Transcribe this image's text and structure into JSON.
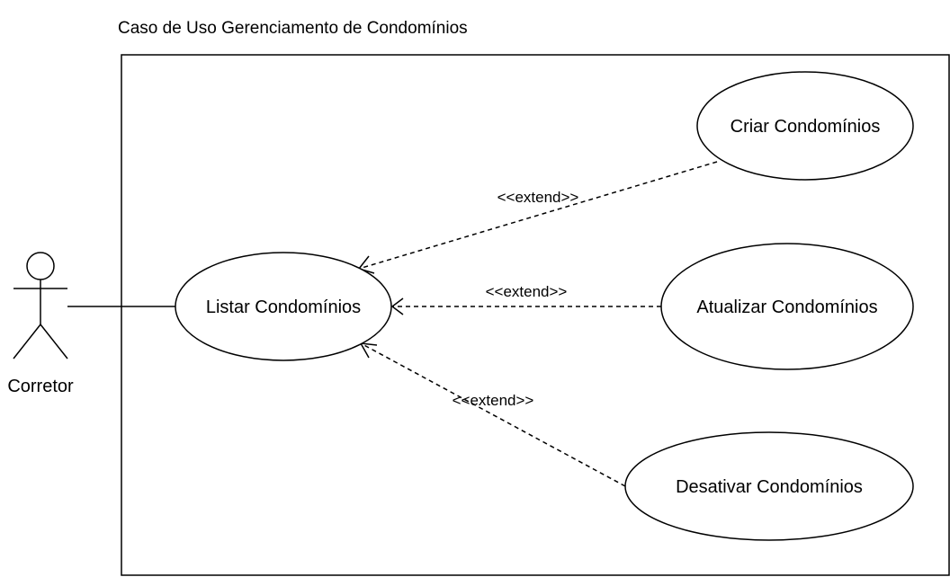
{
  "diagram": {
    "title": "Caso de Uso Gerenciamento de Condomínios",
    "actor": {
      "label": "Corretor"
    },
    "use_cases": {
      "listar": "Listar Condomínios",
      "criar": "Criar Condomínios",
      "atualizar": "Atualizar Condomínios",
      "desativar": "Desativar Condomínios"
    },
    "relations": {
      "criar_extend": "<<extend>>",
      "atualizar_extend": "<<extend>>",
      "desativar_extend": "<<extend>>"
    }
  }
}
